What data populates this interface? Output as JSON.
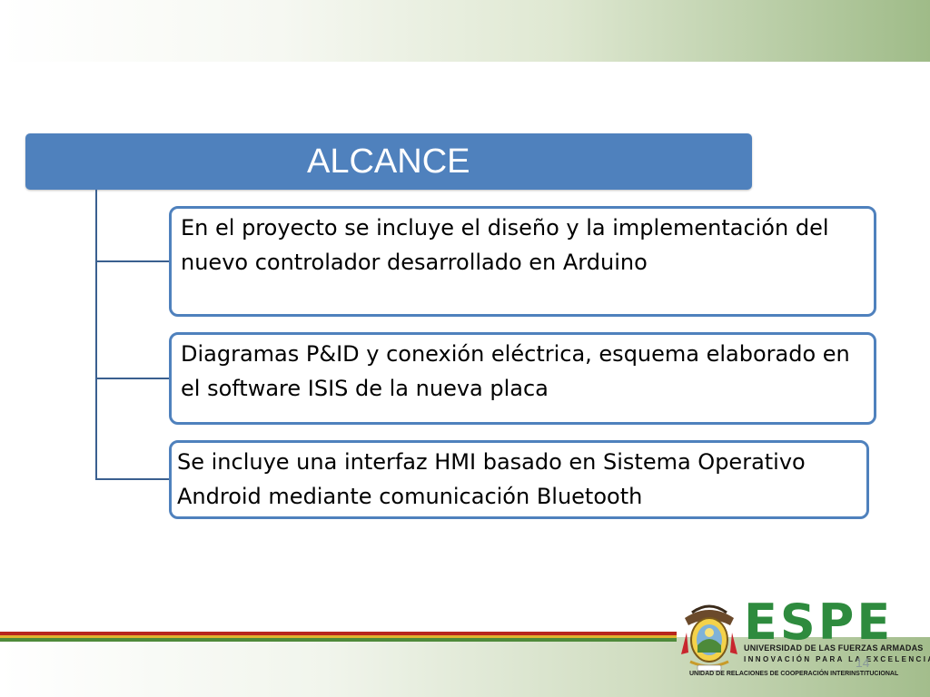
{
  "slide": {
    "title": "ALCANCE",
    "items": [
      "En el proyecto se incluye el diseño y la implementación del nuevo controlador desarrollado en Arduino",
      "Diagramas P&ID y conexión eléctrica, esquema elaborado en el software ISIS de la nueva placa",
      "Se incluye una interfaz HMI basado en Sistema Operativo Android mediante comunicación Bluetooth"
    ],
    "page_number": "14"
  },
  "logo": {
    "name": "ESPE",
    "line1": "UNIVERSIDAD DE LAS FUERZAS ARMADAS",
    "line2": "INNOVACIÓN PARA LA EXCELENCIA",
    "subtitle": "UNIDAD DE RELACIONES DE COOPERACIÓN INTERINSTITUCIONAL"
  },
  "colors": {
    "accent": "#4f81bd",
    "brand_green": "#2e8b3e",
    "stripe_red": "#b8261e",
    "stripe_gold": "#e0b32e",
    "stripe_green": "#4e8a3a"
  }
}
